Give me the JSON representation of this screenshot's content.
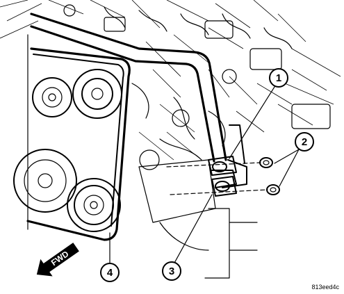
{
  "callouts": {
    "c1": "1",
    "c2": "2",
    "c3": "3",
    "c4": "4"
  },
  "fwd_label": "FWD",
  "figure_ref": "813eed4c"
}
